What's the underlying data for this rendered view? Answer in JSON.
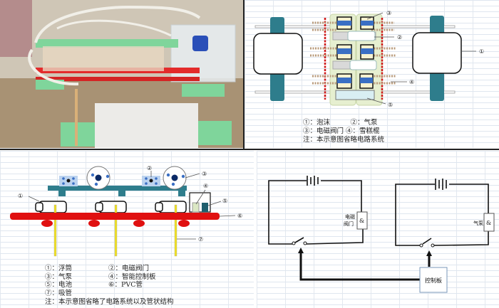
{
  "photo": {
    "description": "Photo of physical prototype: green foam frame, red PVC pipes, clear bottles, tubes, plastic box with battery, foam board"
  },
  "top_diagram": {
    "callouts": [
      "①",
      "②",
      "③",
      "④",
      "⑤"
    ],
    "legend": [
      {
        "n": "①",
        "label": "泡沫"
      },
      {
        "n": "②",
        "label": "气泵"
      },
      {
        "n": "③",
        "label": "电磁阀门"
      },
      {
        "n": "④",
        "label": "雪糕棍"
      }
    ],
    "note": "注：本示意图省略电路系统",
    "legend_lines": [
      "①：泡沫　　　②：气泵",
      "③：电磁阀门 ④：雪糕棍",
      "注：本示意图省略电路系统"
    ]
  },
  "side_diagram": {
    "callouts": [
      "①",
      "②",
      "③",
      "④",
      "⑤",
      "⑥",
      "⑦"
    ],
    "legend_left": [
      "①：浮筒",
      "③：气泵",
      "⑤：电池",
      "⑦：吸管"
    ],
    "legend_right": [
      "②：电磁阀门",
      "④：智能控制板",
      "⑥：PVC管"
    ],
    "note": "注：本示意图省略了电路系统以及管状结构"
  },
  "circuit": {
    "load_left_label_1": "电磁",
    "load_left_label_2": "阀门",
    "load_right_label": "气泵",
    "gate_symbol": "&",
    "controller_label": "控制板"
  },
  "colors": {
    "teal": "#2e7d8c",
    "red": "#e01010",
    "yellow": "#f0e020",
    "blue": "#3a6fc4",
    "green_bg": "#e6efd0"
  }
}
